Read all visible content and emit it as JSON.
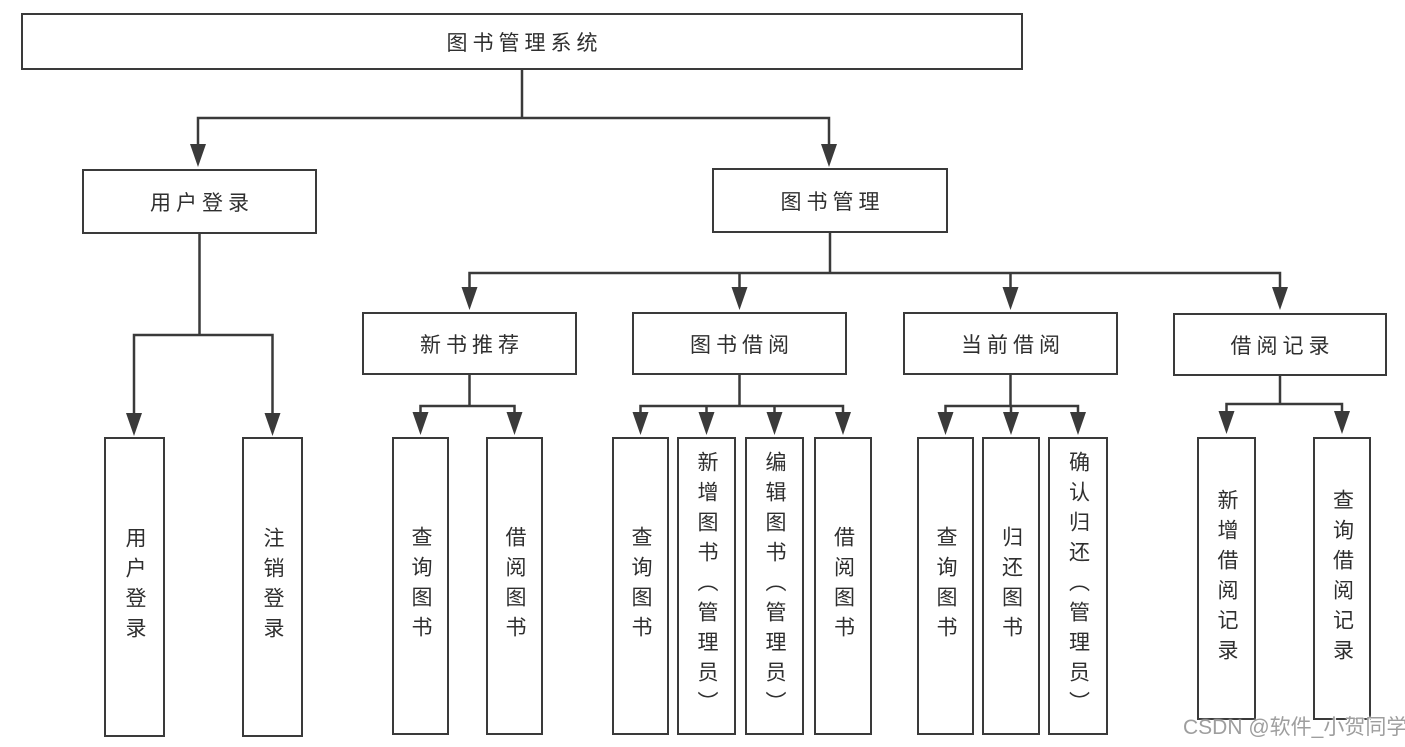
{
  "colors": {
    "background": "#ffffff",
    "line": "#3a3a3a",
    "text": "#2f2f2f",
    "watermark_text": "#9e9e9e"
  },
  "watermark": {
    "text": "CSDN @软件_小贺同学"
  },
  "diagram": {
    "type": "hierarchy-tree",
    "root": {
      "label": "图书管理系统",
      "children": [
        {
          "label": "用户登录",
          "children": [
            {
              "label": "用户登录"
            },
            {
              "label": "注销登录"
            }
          ]
        },
        {
          "label": "图书管理",
          "children": [
            {
              "label": "新书推荐",
              "children": [
                {
                  "label": "查询图书"
                },
                {
                  "label": "借阅图书"
                }
              ]
            },
            {
              "label": "图书借阅",
              "children": [
                {
                  "label": "查询图书"
                },
                {
                  "label": "新增图书（管理员）"
                },
                {
                  "label": "编辑图书（管理员）"
                },
                {
                  "label": "借阅图书"
                }
              ]
            },
            {
              "label": "当前借阅",
              "children": [
                {
                  "label": "查询图书"
                },
                {
                  "label": "归还图书"
                },
                {
                  "label": "确认归还（管理员）"
                }
              ]
            },
            {
              "label": "借阅记录",
              "children": [
                {
                  "label": "新增借阅记录"
                },
                {
                  "label": "查询借阅记录"
                }
              ]
            }
          ]
        }
      ]
    }
  }
}
